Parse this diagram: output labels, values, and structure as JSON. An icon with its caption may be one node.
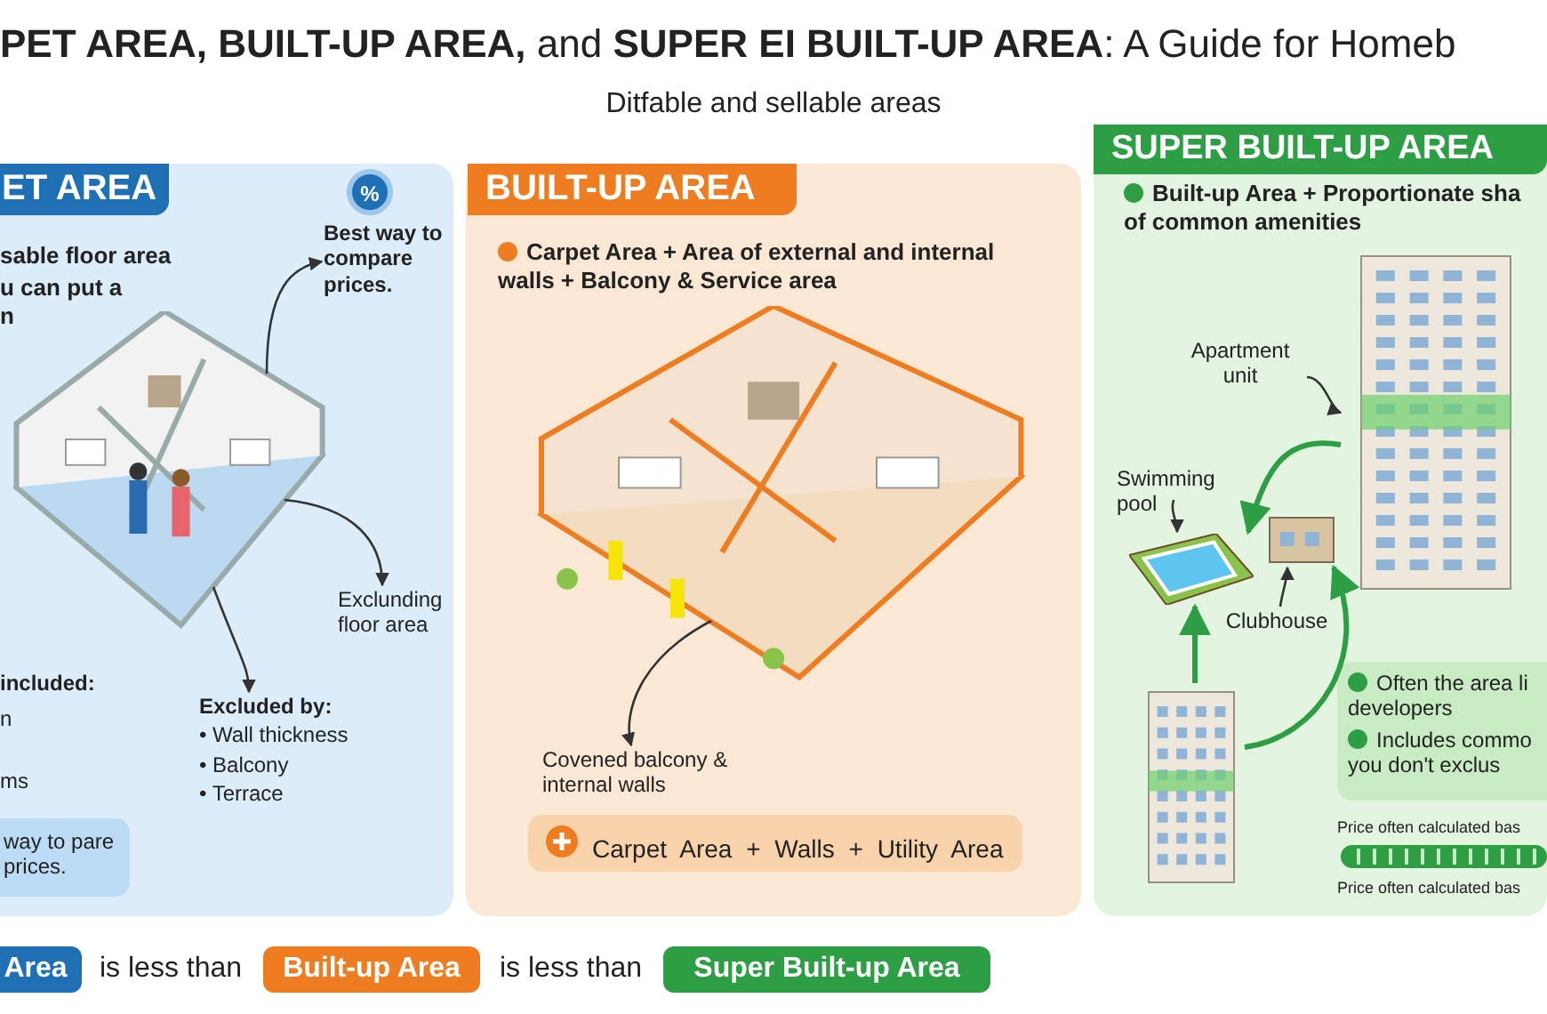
{
  "diagram": {
    "title": "**PET AREA, BUILT-UP AREA,** and **SUPER EI BUILT-UP AREA**: A Guide for Homeb",
    "nodes": [
      {
        "text": [
          "ET AREA",
          "sable floor area",
          "u can put a n"
        ]
      },
      {
        "text": [],
        "shape": "picture",
        "in": 0
      },
      {
        "text": [
          "%"
        ],
        "in": 0
      },
      {
        "text": [
          "Best way to compare prices."
        ],
        "in": 0
      },
      {
        "text": [
          "Exclunding floor area"
        ],
        "in": 0
      },
      {
        "text": [
          "Excluded by:",
          "• Wall thickness",
          "• Balcony",
          "• Terrace"
        ],
        "in": 0
      },
      {
        "text": [
          "way to pare prices."
        ],
        "in": 0
      },
      {
        "text": [
          "BUILT-UP AREA",
          "Carpet Area + Area of external and internal walls + Balcony & Service area"
        ]
      },
      {
        "text": [],
        "shape": "picture",
        "in": 7
      },
      {
        "text": [
          "Covened balcony & internal walls"
        ],
        "in": 7
      },
      {
        "text": [
          "Carpet Area + Walls + Utility Area"
        ],
        "in": 7
      },
      {
        "text": [
          "SUPER BUILT-UP AREA",
          "Built-up Area + Proportionate sha of common amenities"
        ]
      },
      {
        "text": [],
        "shape": "picture",
        "in": 11
      },
      {
        "text": [
          "Apartment unit"
        ],
        "in": 11
      },
      {
        "text": [
          "Swimming pool"
        ],
        "in": 11
      },
      {
        "text": [],
        "shape": "picture",
        "in": 11
      },
      {
        "text": [],
        "shape": "picture",
        "in": 11
      },
      {
        "text": [
          "Clubhouse"
        ],
        "in": 11
      },
      {
        "text": [],
        "shape": "picture",
        "in": 11
      },
      {
        "text": [
          "Often the area li developers",
          "Includes commo you don't exclus"
        ],
        "in": 11
      },
      {
        "text": [
          "Area"
        ]
      },
      {
        "text": [
          "Built-up Area"
        ]
      },
      {
        "text": [
          "Super Built-up Area"
        ]
      }
    ],
    "edges": [
      {
        "from": 1,
        "to": 3,
        "arrow": "to"
      },
      {
        "from": 1,
        "to": 4,
        "arrow": "to"
      },
      {
        "from": 1,
        "to": 5,
        "arrow": "to"
      },
      {
        "from": 8,
        "to": 9,
        "arrow": "to"
      },
      {
        "from": 13,
        "to": 12,
        "arrow": "to"
      },
      {
        "from": 12,
        "to": 15,
        "arrow": "to",
        "style": "thick",
        "color": "#2e9e44"
      },
      {
        "from": 14,
        "to": 15,
        "arrow": "to"
      },
      {
        "from": 17,
        "to": 16,
        "arrow": "to"
      },
      {
        "from": 18,
        "to": 15,
        "arrow": "to",
        "style": "thick",
        "color": "#2e9e44"
      },
      {
        "from": 18,
        "to": 16,
        "arrow": "to",
        "style": "thick",
        "color": "#2e9e44"
      }
    ],
    "labels": [
      "Ditfable and sellable areas",
      "included:",
      "n",
      "ms",
      "Price often calculated bas",
      "Price often calculated bas",
      "is less than",
      "is less than"
    ]
  }
}
